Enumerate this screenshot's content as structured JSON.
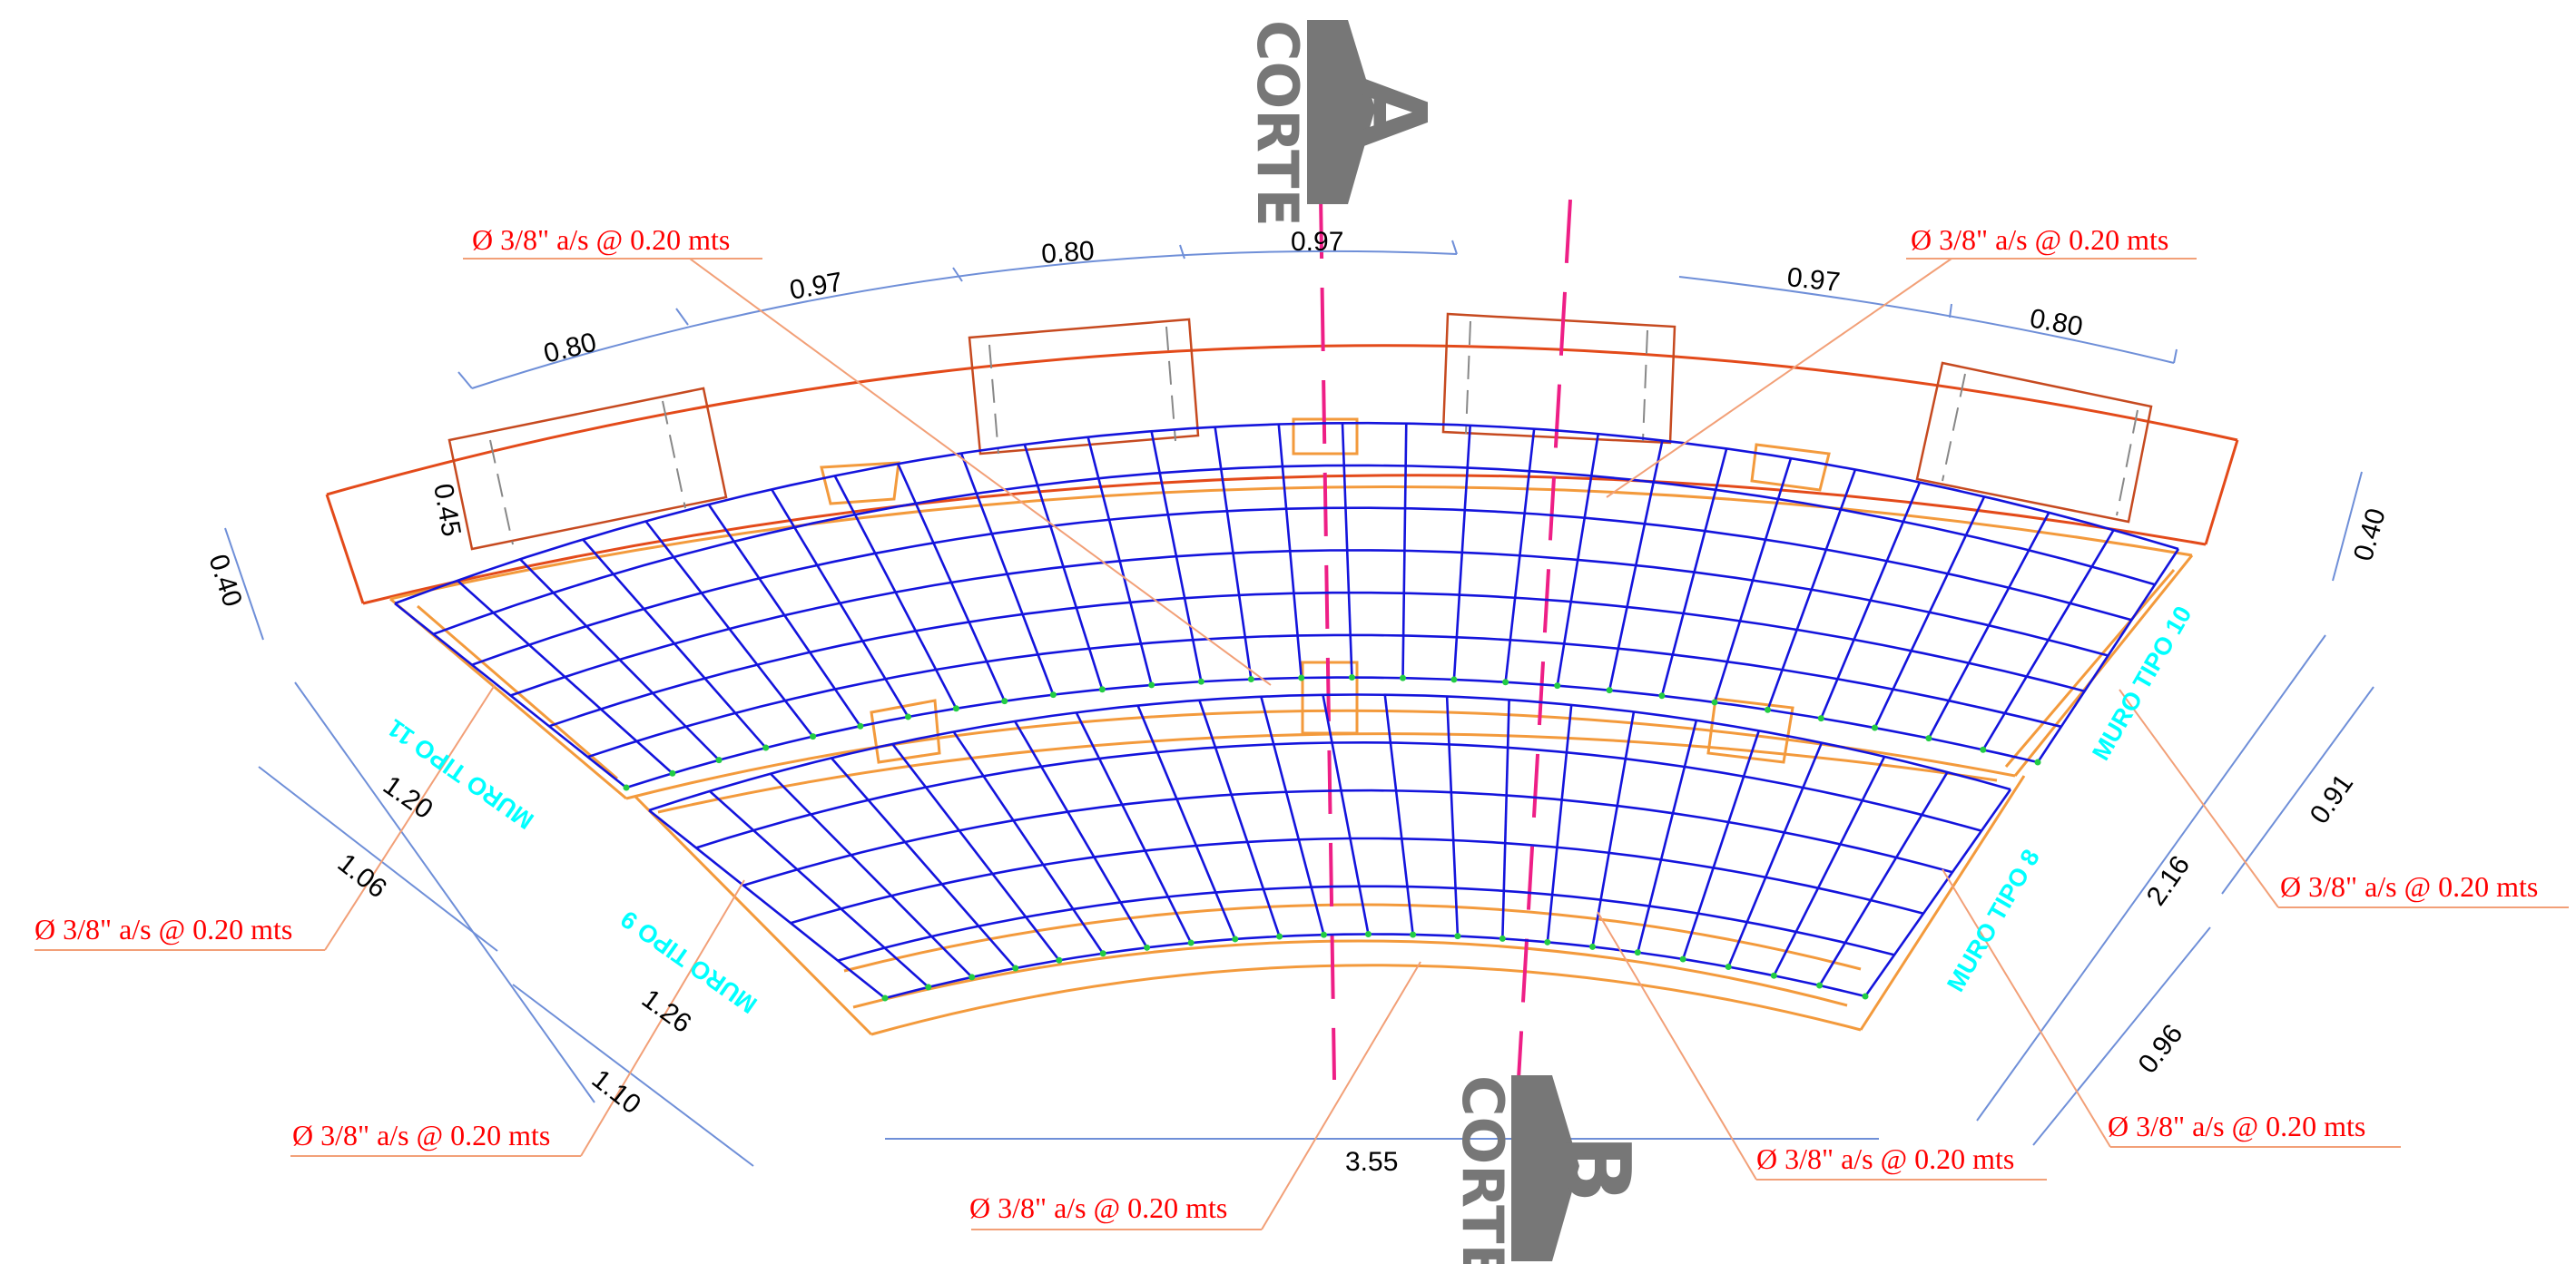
{
  "section_markers": {
    "a": {
      "word": "CORTE",
      "letter": "A"
    },
    "b": {
      "word": "CORTE",
      "letter": "B"
    }
  },
  "dimensions": {
    "top_080_left": "0.80",
    "top_097_left": "0.97",
    "top_080_mid": "0.80",
    "top_097_mid": "0.97",
    "top_097_right": "0.97",
    "top_080_right": "0.80",
    "left_040": "0.40",
    "left_045": "0.45",
    "left_120": "1.20",
    "left_106": "1.06",
    "left_126": "1.26",
    "left_110": "1.10",
    "right_040": "0.40",
    "right_091": "0.91",
    "right_216": "2.16",
    "right_096": "0.96",
    "bottom_355": "3.55"
  },
  "rebar_notes": {
    "top_left": "Ø 3/8\" a/s @ 0.20 mts",
    "top_right": "Ø 3/8\" a/s @ 0.20 mts",
    "left_mid": "Ø 3/8\" a/s @ 0.20 mts",
    "left_bottom": "Ø 3/8\" a/s @ 0.20 mts",
    "bottom_center": "Ø 3/8\" a/s @ 0.20 mts",
    "bottom_right": "Ø 3/8\" a/s @ 0.20 mts",
    "right_bottom": "Ø 3/8\" a/s @ 0.20 mts",
    "right_mid": "Ø 3/8\" a/s @ 0.20 mts"
  },
  "wall_labels": {
    "tipo_11": "MURO TIPO 11",
    "tipo_9": "MURO TIPO 9",
    "tipo_10": "MURO TIPO 10",
    "tipo_8": "MURO TIPO 8"
  },
  "colors": {
    "outline": "#e34a1a",
    "wall_edge": "#f39a3c",
    "rebar": "#1414dc",
    "dimension": "#6f8fd8",
    "leader": "#f2a078",
    "section_line": "#ee1f86",
    "rebar_node": "#22cc44",
    "label": "#ff0000",
    "wall_text": "#00ffff"
  }
}
